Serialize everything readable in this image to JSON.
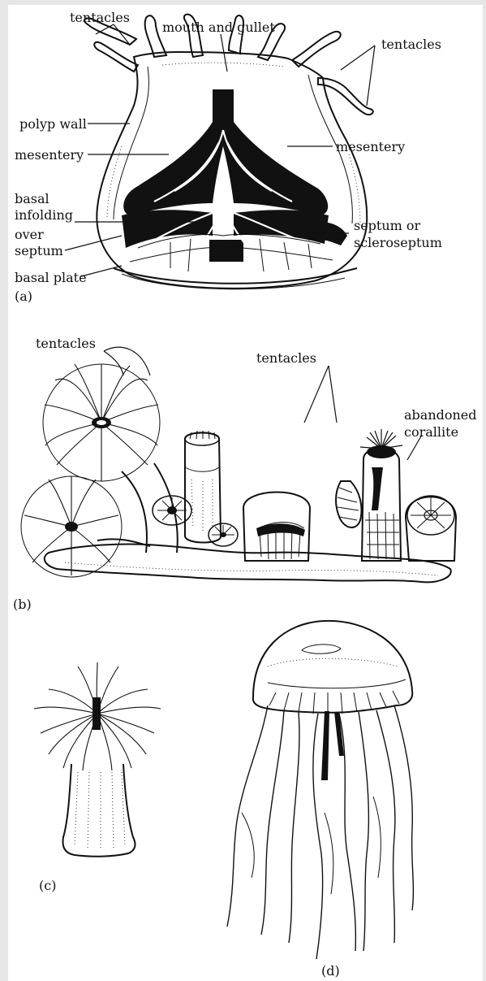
{
  "figure_a": {
    "panel_label": "(a)",
    "labels": {
      "tentacles_left": "tentacles",
      "mouth_gullet": "mouth and gullet",
      "tentacles_right": "tentacles",
      "polyp_wall": "polyp wall",
      "mesentery_left": "mesentery",
      "mesentery_right": "mesentery",
      "basal_infolding_1": "basal",
      "basal_infolding_2": "infolding",
      "basal_infolding_3": "over",
      "basal_infolding_4": "septum",
      "septum_1": "septum or",
      "septum_2": "scleroseptum",
      "basal_plate": "basal plate"
    }
  },
  "figure_b": {
    "panel_label": "(b)",
    "labels": {
      "tentacles_left": "tentacles",
      "tentacles_mid": "tentacles",
      "abandoned_1": "abandoned",
      "abandoned_2": "corallite"
    }
  },
  "figure_c": {
    "panel_label": "(c)"
  },
  "figure_d": {
    "panel_label": "(d)"
  }
}
